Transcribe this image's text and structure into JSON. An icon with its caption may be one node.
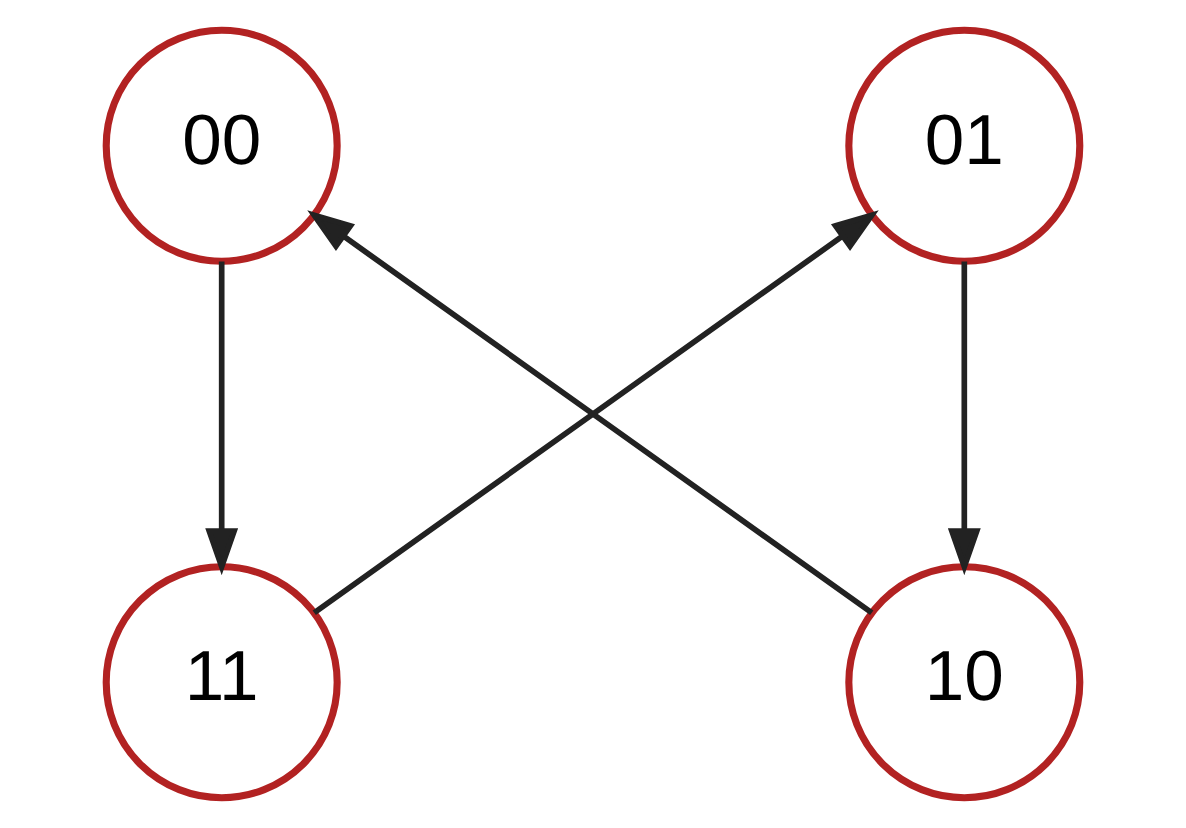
{
  "diagram": {
    "nodes": [
      {
        "text": [
          "00"
        ]
      },
      {
        "text": [
          "01"
        ]
      },
      {
        "text": [
          "10"
        ]
      },
      {
        "text": [
          "11"
        ]
      }
    ],
    "edges": [
      {
        "from": 1,
        "to": 2,
        "arrow": "to"
      },
      {
        "from": 2,
        "to": 0,
        "arrow": "to"
      },
      {
        "from": 0,
        "to": 3,
        "arrow": "to"
      },
      {
        "from": 3,
        "to": 1,
        "arrow": "to"
      }
    ]
  }
}
